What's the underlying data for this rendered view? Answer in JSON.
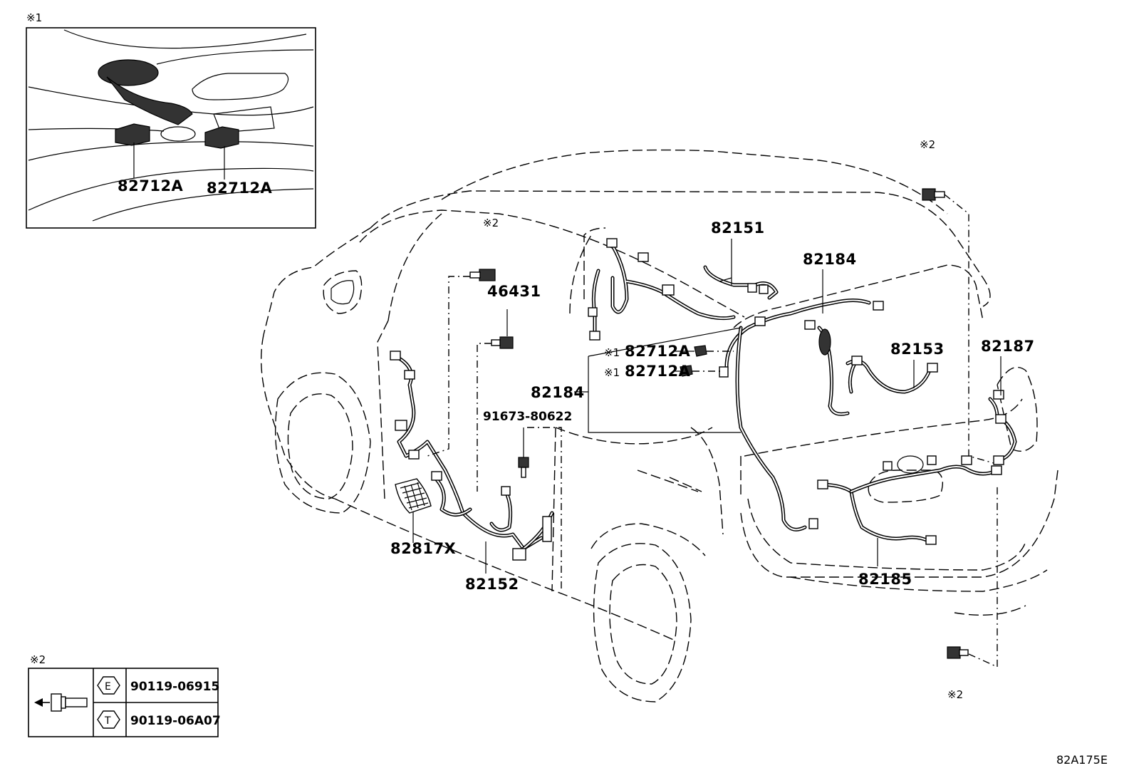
{
  "inset": {
    "mark": "※1",
    "labels": [
      "82712A",
      "82712A"
    ]
  },
  "bolt_table": {
    "mark": "※2",
    "rows": [
      {
        "symbol": "E",
        "part": "90119-06915"
      },
      {
        "symbol": "T",
        "part": "90119-06A07"
      }
    ]
  },
  "parts": {
    "p82151": "82151",
    "p82184_top": "82184",
    "p82184_left": "82184",
    "p82153": "82153",
    "p82187": "82187",
    "p82185": "82185",
    "p46431": "46431",
    "p91673": "91673-80622",
    "p82817x": "82817X",
    "p82152": "82152",
    "p82712a_1": "82712A",
    "p82712a_2": "82712A"
  },
  "marks": {
    "m1a": "※1",
    "m1b": "※1",
    "m2_top_left": "※2",
    "m2_top_right": "※2",
    "m2_bottom_right": "※2"
  },
  "diagram_code": "82A175E"
}
